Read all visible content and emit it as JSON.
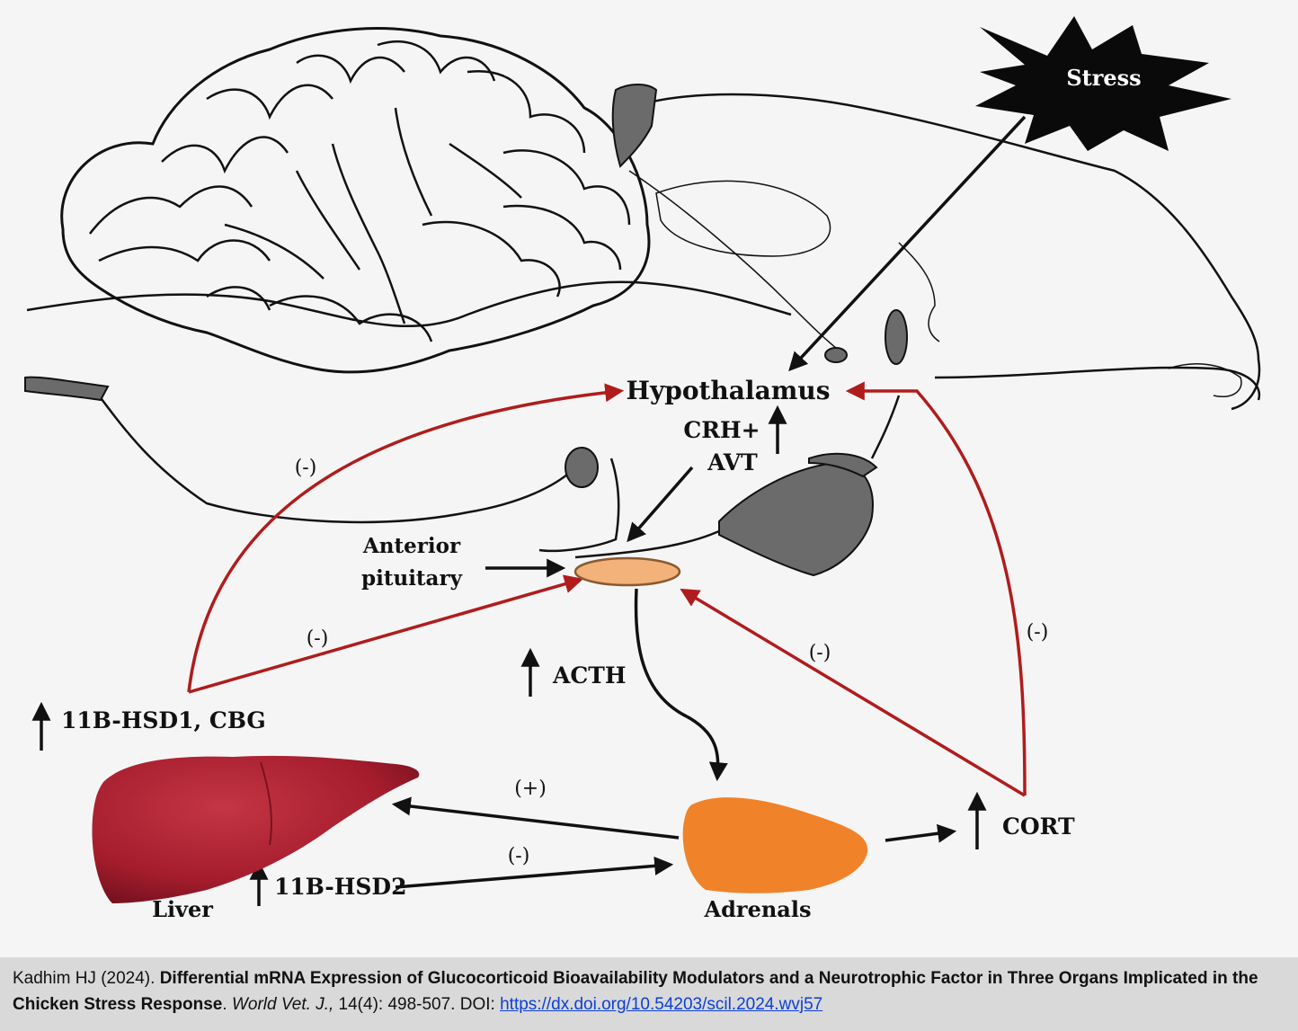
{
  "diagram": {
    "stress_label": "Stress",
    "hypothalamus_label": "Hypothalamus",
    "crh_label": "CRH+",
    "avt_label": "AVT",
    "anterior_label": "Anterior",
    "pituitary_label": "pituitary",
    "acth_label": "ACTH",
    "hsd1_label": "11B-HSD1, CBG",
    "hsd2_label": "11B-HSD2",
    "liver_label": "Liver",
    "adrenals_label": "Adrenals",
    "cort_label": "CORT",
    "neg_sign": "(-)",
    "pos_sign": "(+)",
    "colors": {
      "feedback_red": "#b01c1c",
      "liver": "#a51d2d",
      "adrenals": "#f0822a",
      "pituitary": "#f2b27a",
      "brain_gray": "#6b6b6b"
    }
  },
  "caption": {
    "authors": "Kadhim HJ (2024). ",
    "title": "Differential mRNA Expression of Glucocorticoid Bioavailability Modulators and a Neurotrophic Factor in Three Organs Implicated in the Chicken Stress Response",
    "dot": ". ",
    "journal": "World Vet. J.,",
    "volume": " 14(4): 498-507. DOI: ",
    "doi": "https://dx.doi.org/10.54203/scil.2024.wvj57"
  }
}
